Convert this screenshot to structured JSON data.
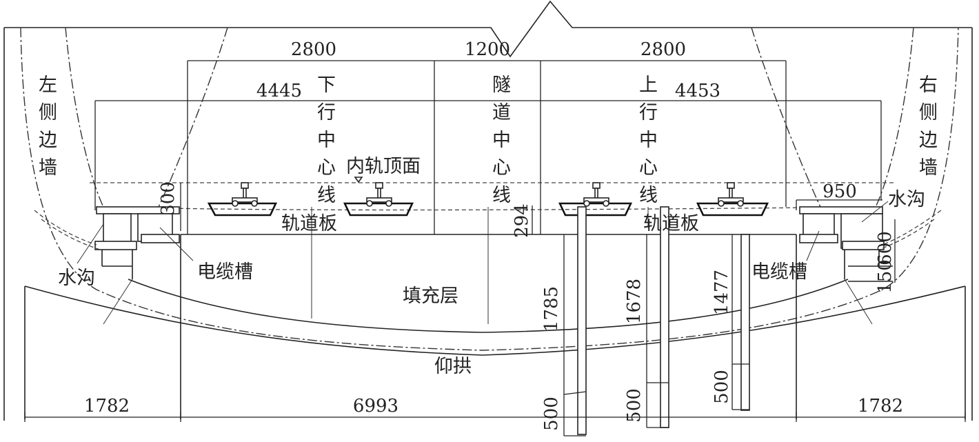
{
  "labels": {
    "left_side_wall": [
      "左",
      "侧",
      "边",
      "墙"
    ],
    "right_side_wall": [
      "右",
      "侧",
      "边",
      "墙"
    ],
    "down_line_center": [
      "下",
      "行",
      "中",
      "心",
      "线"
    ],
    "tunnel_center": [
      "隧",
      "道",
      "中",
      "心",
      "线"
    ],
    "up_line_center": [
      "上",
      "行",
      "中",
      "心",
      "线"
    ],
    "inner_rail_top": "内轨顶面",
    "track_slab_left": "轨道板",
    "track_slab_right": "轨道板",
    "drain_left": "水沟",
    "drain_right": "水沟",
    "cable_trough_left": "电缆槽",
    "cable_trough_right": "电缆槽",
    "fill_layer": "填充层",
    "invert": "仰拱"
  },
  "dimensions": {
    "top_left": "2800",
    "top_mid": "1200",
    "top_right": "2800",
    "second_left": "4445",
    "second_right": "4453",
    "left_300": "300",
    "slab_294": "294",
    "right_950": "950",
    "right_600": "600",
    "right_150": "150",
    "pile_1785": "1785",
    "pile_1678": "1678",
    "pile_1477": "1477",
    "pile_500_a": "500",
    "pile_500_b": "500",
    "pile_500_c": "500",
    "bottom_left": "1782",
    "bottom_mid": "6993",
    "bottom_right": "1782"
  }
}
